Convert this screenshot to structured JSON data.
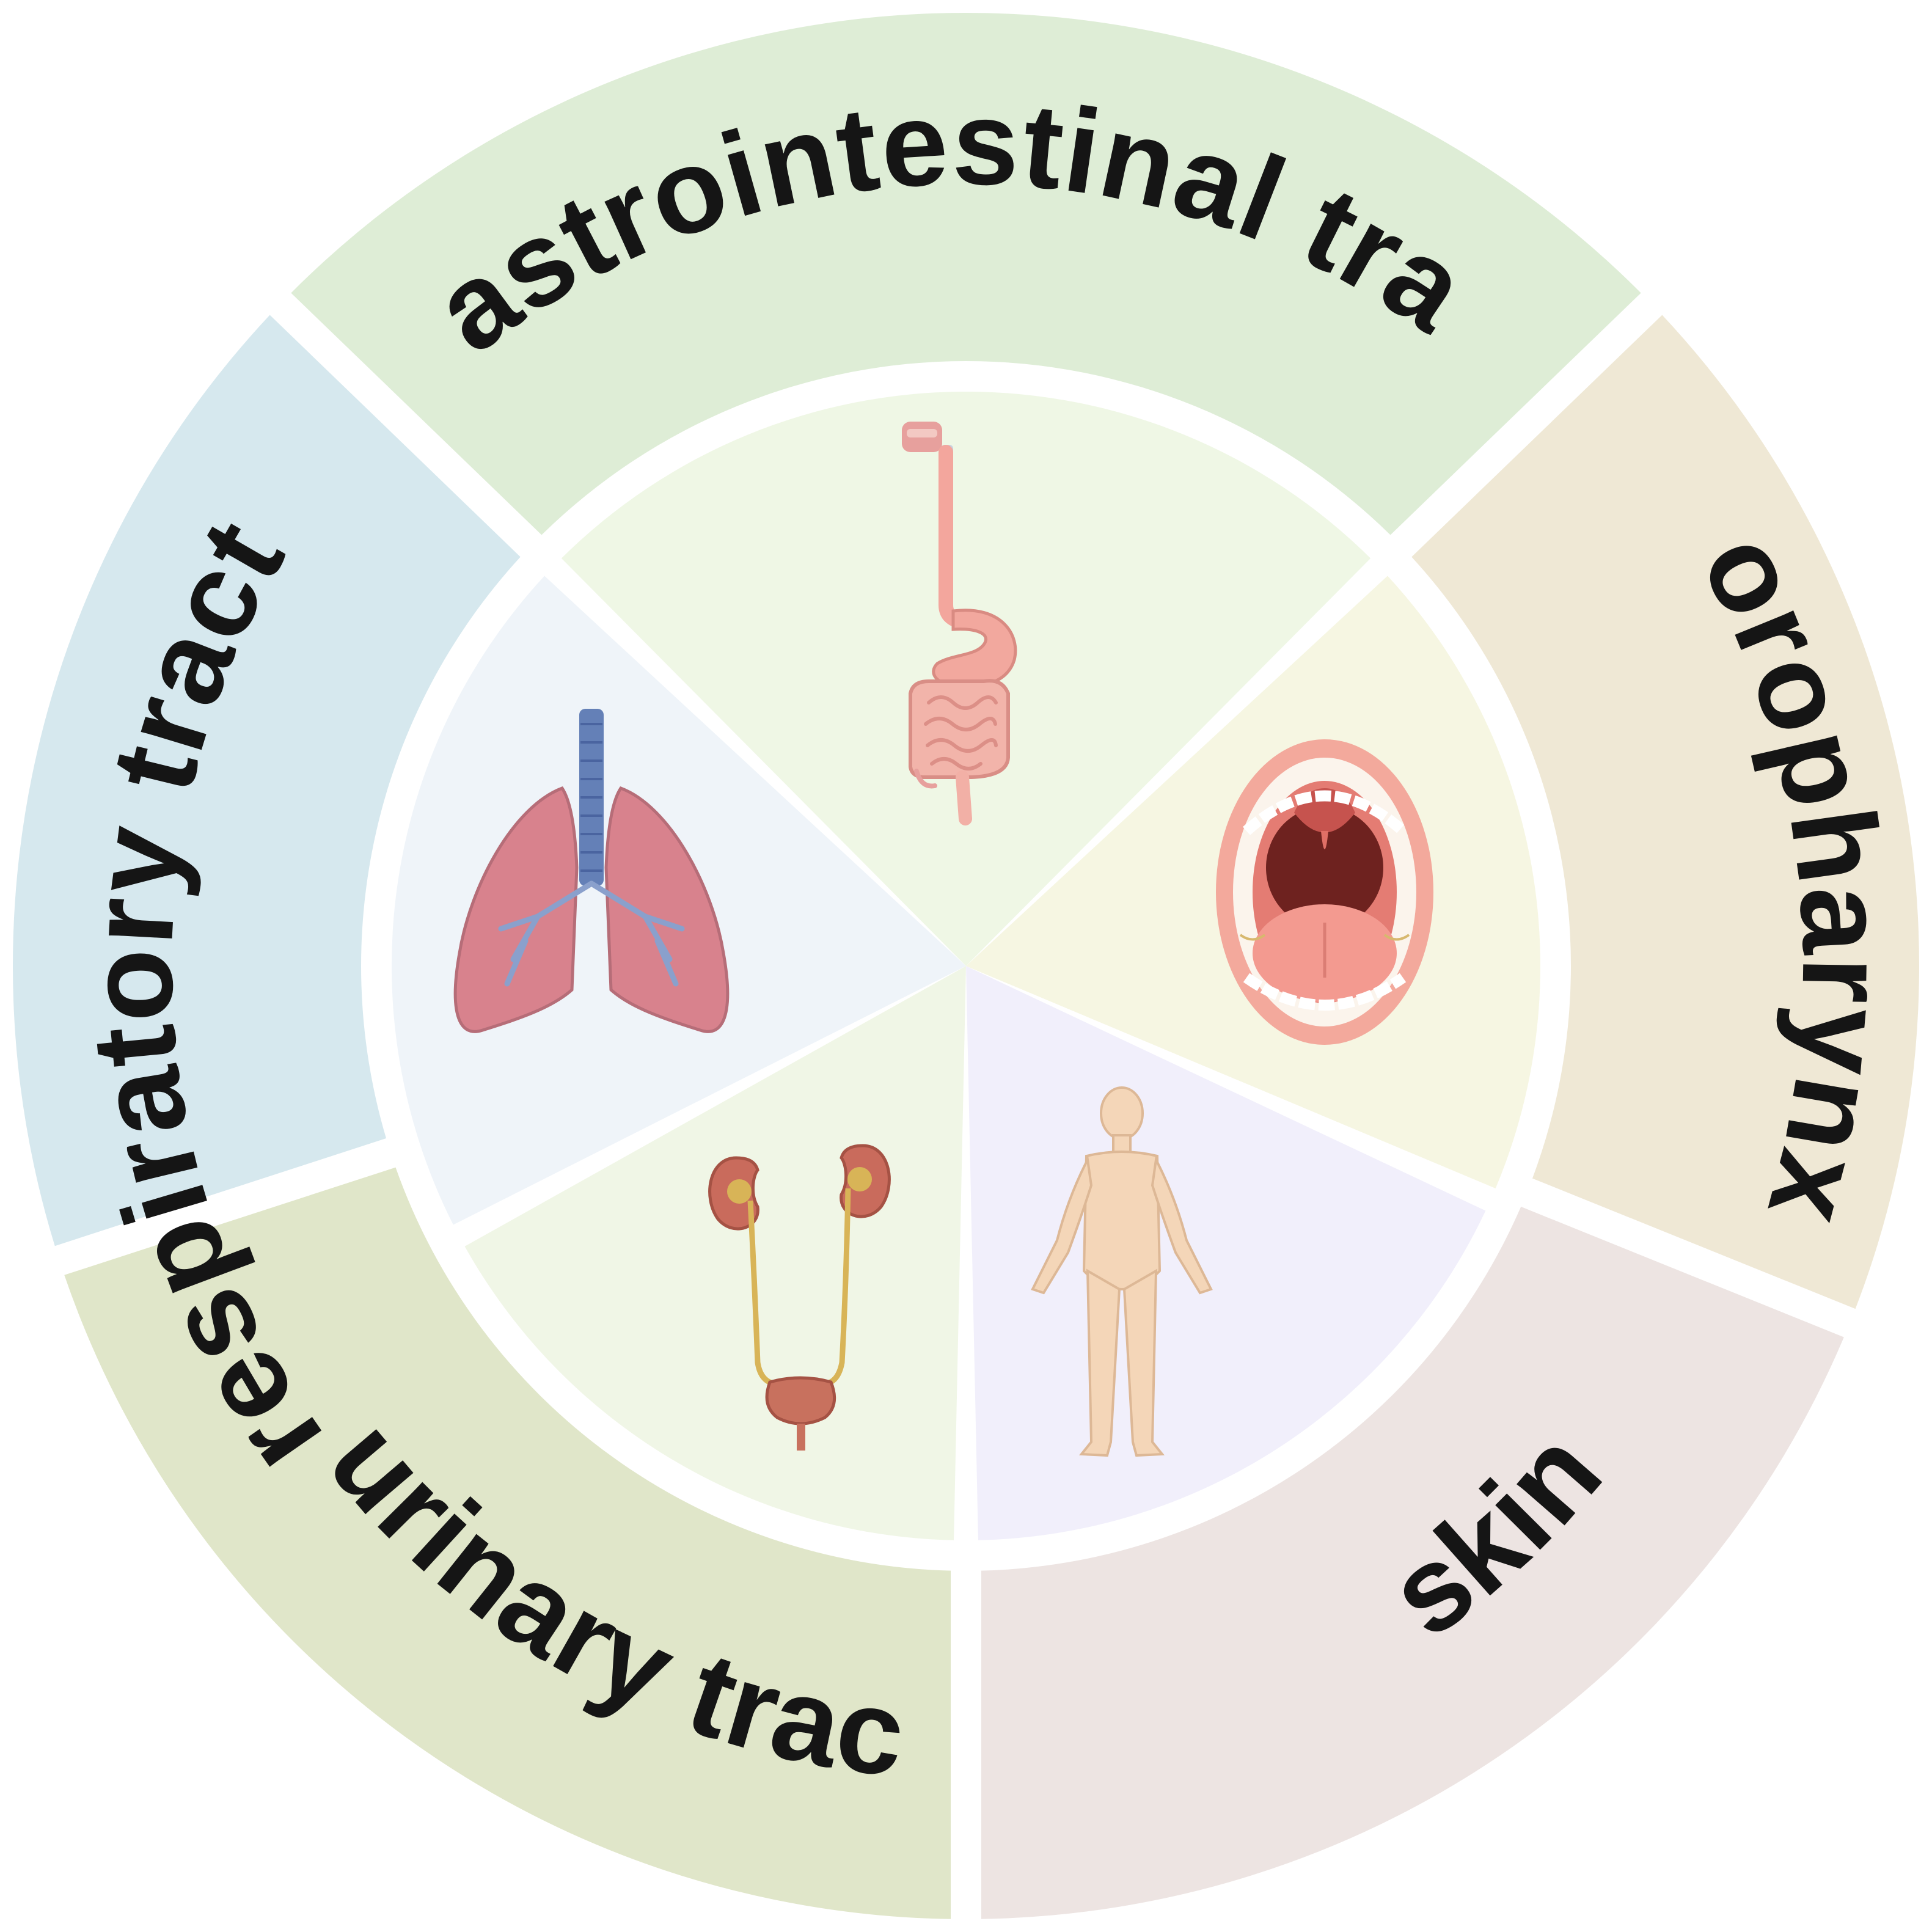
{
  "segments": [
    {
      "key": "gi",
      "label": "gastrointestinal tract",
      "outer_color": "#deedd6",
      "inner_color": "#eff7e5",
      "icon": "digestive-system-icon"
    },
    {
      "key": "oro",
      "label": "oropharynx",
      "outer_color": "#efe8d5",
      "inner_color": "#f6f6e2",
      "icon": "open-mouth-icon"
    },
    {
      "key": "skin",
      "label": "skin",
      "outer_color": "#ede4e2",
      "inner_color": "#f1effb",
      "icon": "human-body-icon"
    },
    {
      "key": "uri",
      "label": "urinary tract",
      "outer_color": "#e0e6c9",
      "inner_color": "#f0f6e6",
      "icon": "kidneys-bladder-icon"
    },
    {
      "key": "resp",
      "label": "respiratory tract",
      "outer_color": "#d6e8ee",
      "inner_color": "#eff4f9",
      "icon": "lungs-icon"
    }
  ]
}
